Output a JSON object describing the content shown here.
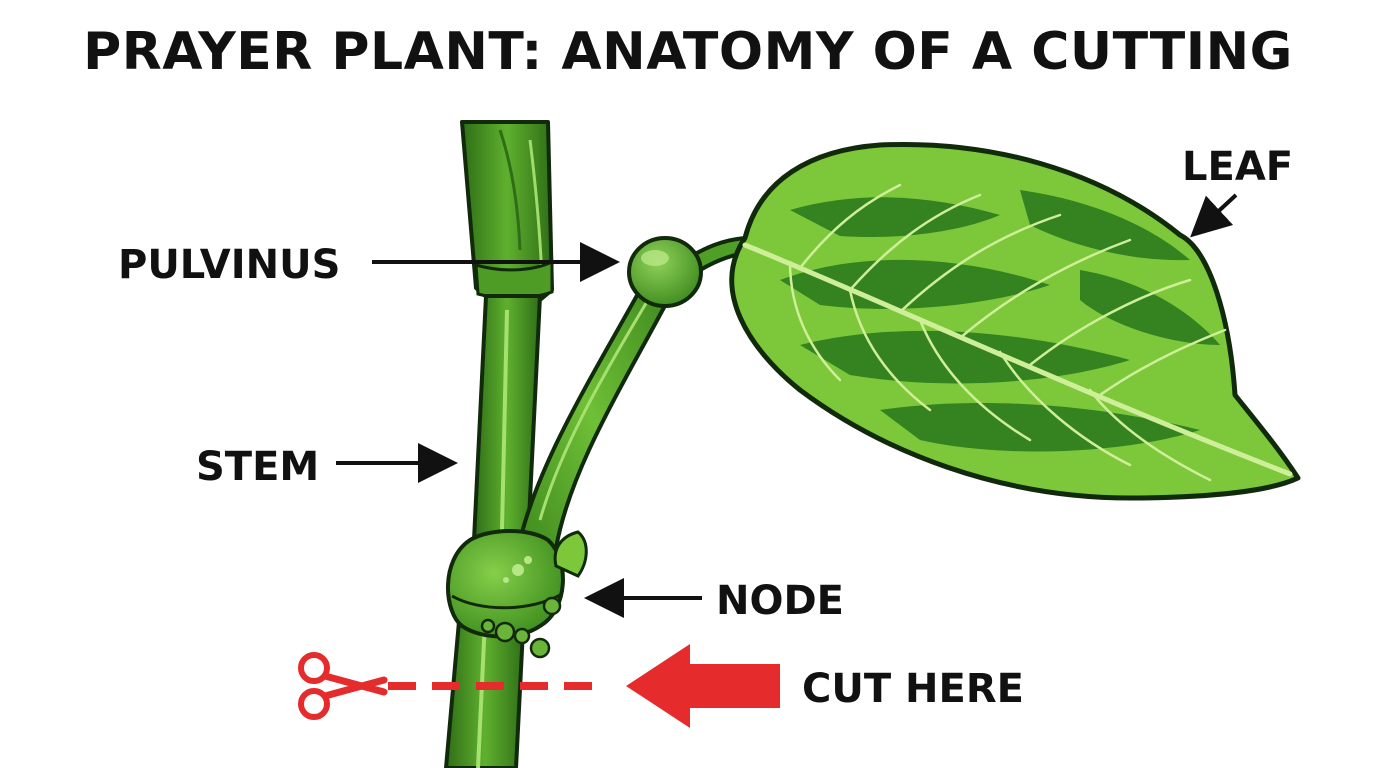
{
  "title": "PRAYER PLANT: ANATOMY OF A CUTTING",
  "labels": {
    "leaf": "LEAF",
    "pulvinus": "PULVINUS",
    "stem": "STEM",
    "node": "NODE",
    "cut": "CUT HERE"
  },
  "icons": {
    "scissors": "scissors-icon"
  },
  "colors": {
    "stem_green": "#4f9e26",
    "stem_dark": "#2f6e17",
    "leaf_light": "#7cc83a",
    "leaf_dark": "#2c7a1e",
    "outline": "#112a0c",
    "cut_red": "#e52b2b",
    "text": "#111111"
  }
}
